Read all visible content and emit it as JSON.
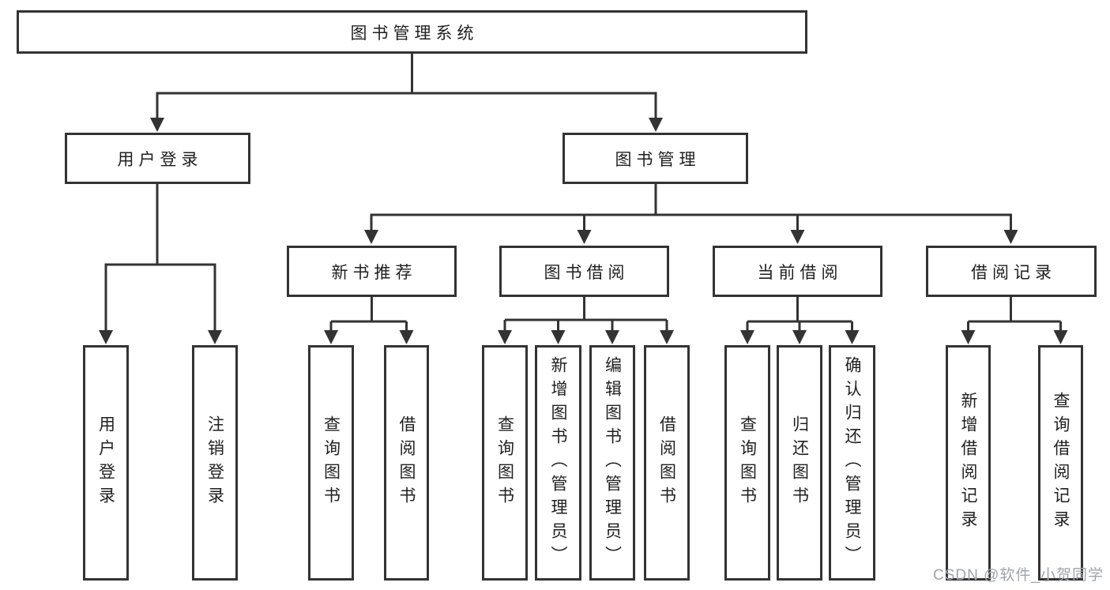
{
  "page": {
    "background": "#ffffff"
  },
  "colors": {
    "line": "#333333",
    "text": "#1f1f1f",
    "watermark": "#9da5ad"
  },
  "diagram": {
    "type": "hierarchy-tree",
    "root": {
      "label": "图书管理系统"
    },
    "branches": [
      {
        "label": "用户登录",
        "children": [
          {
            "label": "用户登录"
          },
          {
            "label": "注销登录"
          }
        ]
      },
      {
        "label": "图书管理",
        "children": [
          {
            "label": "新书推荐",
            "children": [
              {
                "label": "查询图书"
              },
              {
                "label": "借阅图书"
              }
            ]
          },
          {
            "label": "图书借阅",
            "children": [
              {
                "label": "查询图书"
              },
              {
                "label": "新增图书（管理员）"
              },
              {
                "label": "编辑图书（管理员）"
              },
              {
                "label": "借阅图书"
              }
            ]
          },
          {
            "label": "当前借阅",
            "children": [
              {
                "label": "查询图书"
              },
              {
                "label": "归还图书"
              },
              {
                "label": "确认归还（管理员）"
              }
            ]
          },
          {
            "label": "借阅记录",
            "children": [
              {
                "label": "新增借阅记录"
              },
              {
                "label": "查询借阅记录"
              }
            ]
          }
        ]
      }
    ]
  },
  "watermark": {
    "text": "CSDN @软件_小贺同学"
  }
}
